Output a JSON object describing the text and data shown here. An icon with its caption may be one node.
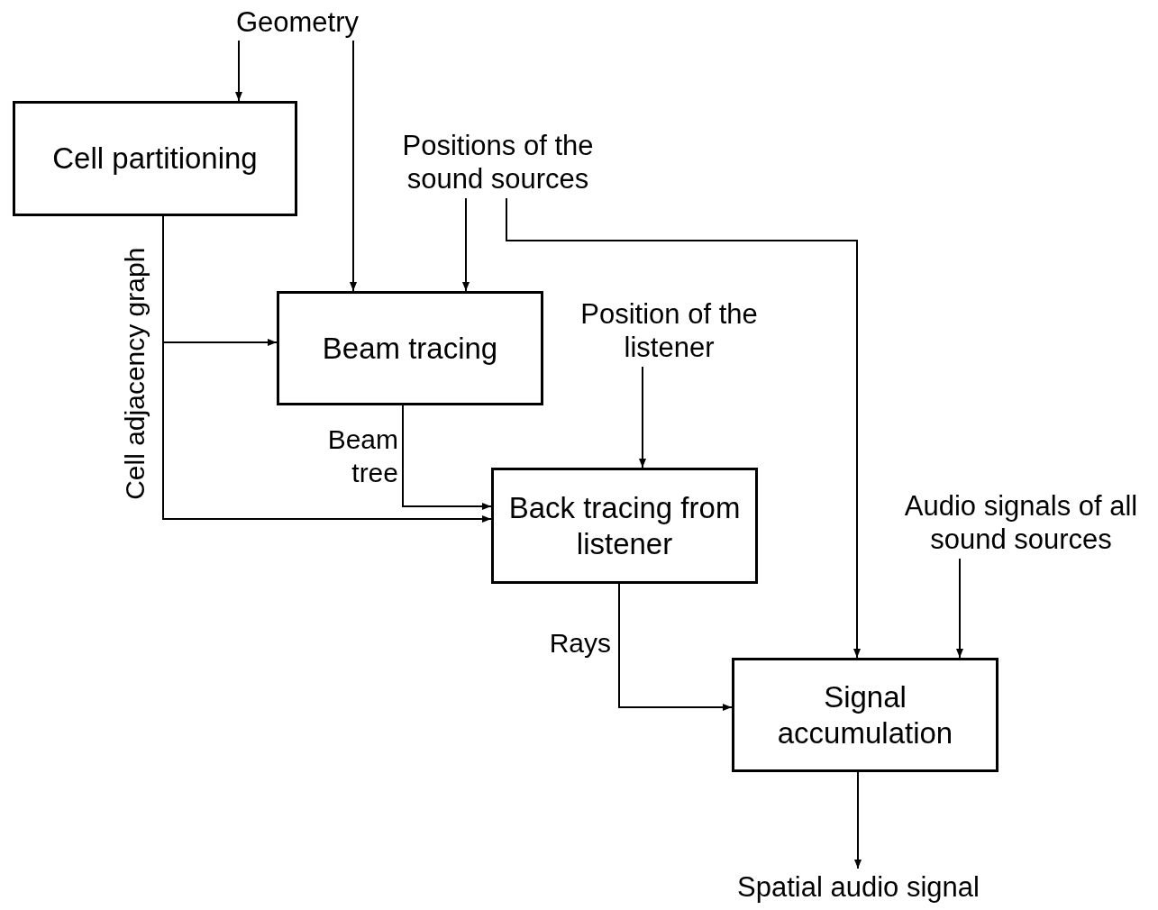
{
  "diagram": {
    "nodes": [
      {
        "text": [
          "Geometry"
        ]
      },
      {
        "text": [
          "Cell partitioning"
        ]
      },
      {
        "text": [
          "Positions of the sound sources"
        ]
      },
      {
        "text": [
          "Beam tracing"
        ]
      },
      {
        "text": [
          "Position of the listener"
        ]
      },
      {
        "text": [
          "Back tracing from listener"
        ]
      },
      {
        "text": [
          "Audio signals of all sound sources"
        ]
      },
      {
        "text": [
          "Signal accumulation"
        ]
      },
      {
        "text": [
          "Spatial audio signal"
        ]
      }
    ],
    "edges": [
      {
        "from": 0,
        "to": 1,
        "arrow": "to"
      },
      {
        "from": 0,
        "to": 3,
        "arrow": "to"
      },
      {
        "from": 2,
        "to": 3,
        "arrow": "to"
      },
      {
        "from": 2,
        "to": 7,
        "arrow": "to"
      },
      {
        "from": 1,
        "to": 3,
        "arrow": "to",
        "label": "Cell adjacency graph"
      },
      {
        "from": 1,
        "to": 5,
        "arrow": "to"
      },
      {
        "from": 3,
        "to": 5,
        "arrow": "to",
        "label": "Beam tree"
      },
      {
        "from": 4,
        "to": 5,
        "arrow": "to"
      },
      {
        "from": 5,
        "to": 7,
        "arrow": "to",
        "label": "Rays"
      },
      {
        "from": 6,
        "to": 7,
        "arrow": "to"
      },
      {
        "from": 7,
        "to": 8,
        "arrow": "to"
      }
    ]
  }
}
